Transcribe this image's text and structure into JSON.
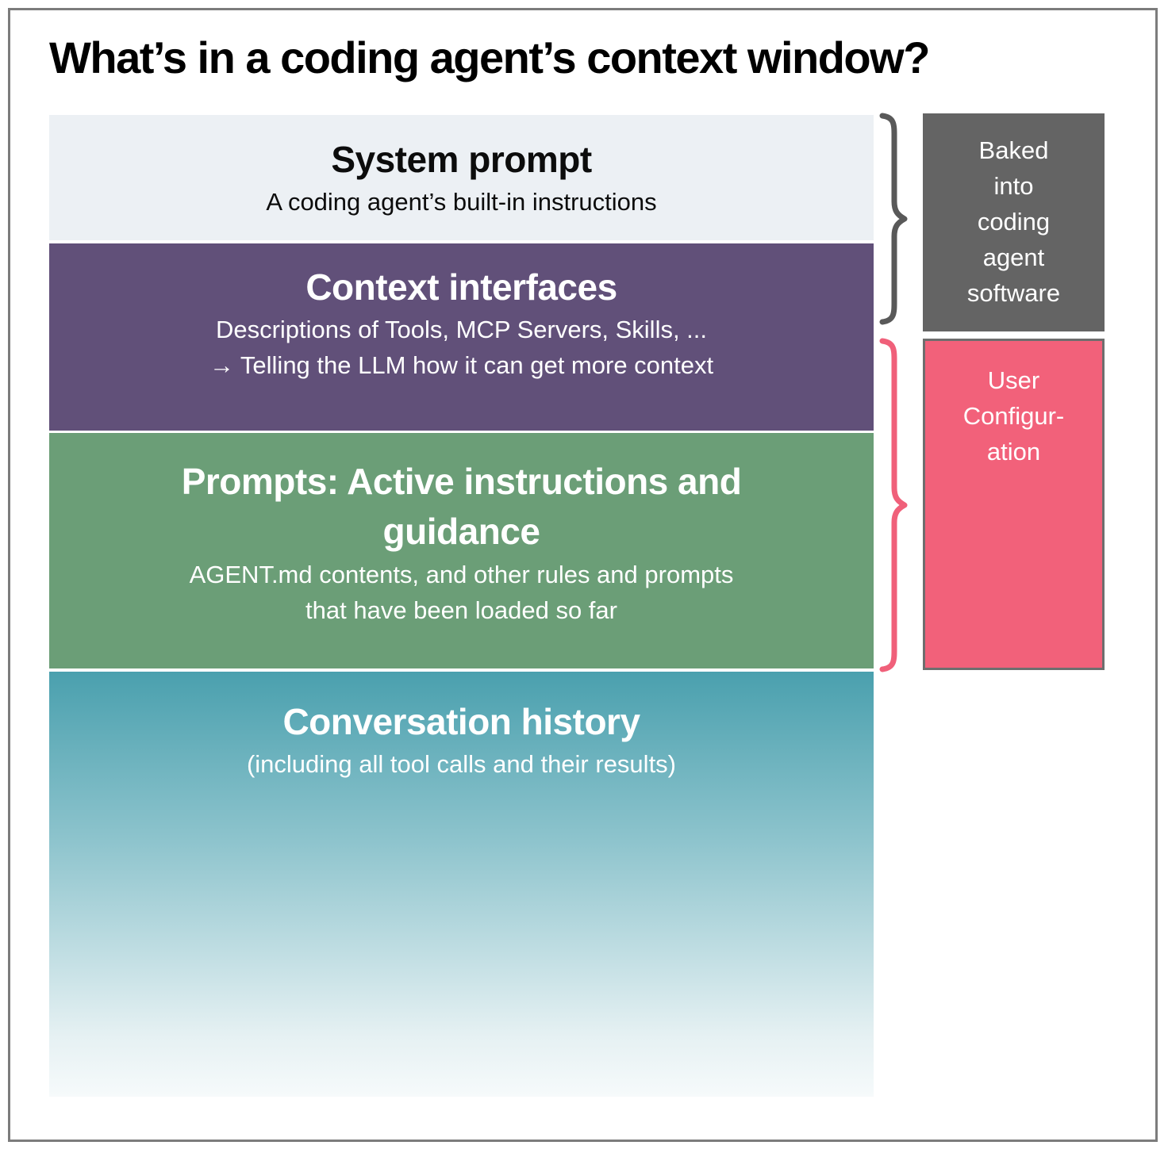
{
  "title": "What’s in a coding agent’s context window?",
  "stack": [
    {
      "name": "system-prompt",
      "heading": "System prompt",
      "lines": [
        "A coding agent’s built-in instructions"
      ]
    },
    {
      "name": "context-interfaces",
      "heading": "Context interfaces",
      "lines": [
        "Descriptions of Tools, MCP Servers, Skills, ...",
        "→ Telling the LLM how it can get more context"
      ]
    },
    {
      "name": "prompts-active-instructions",
      "heading": "Prompts: Active instructions and guidance",
      "lines": [
        "AGENT.md contents, and other rules and prompts",
        "that have been loaded so far"
      ]
    },
    {
      "name": "conversation-history",
      "heading": "Conversation history",
      "lines": [
        "(including all tool calls and their results)"
      ]
    }
  ],
  "annotations": {
    "baked": {
      "lines": [
        "Baked",
        "into",
        "coding",
        "agent",
        "software"
      ]
    },
    "user_config": {
      "lines": [
        "User",
        "Configur-",
        "ation"
      ]
    }
  },
  "colors": {
    "frame_border": "#7c7c7c",
    "title_text": "#000000",
    "box_system_bg": "#ECF0F4",
    "box_context_bg": "#615079",
    "box_prompts_bg": "#6B9E77",
    "box_history_gradient_top": "#4AA0AE",
    "box_history_gradient_bottom": "#F6FAFB",
    "side_baked_bg": "#646464",
    "side_config_bg": "#F2617A",
    "side_config_border": "#6e6e6e",
    "brace_baked": "#595959",
    "brace_config": "#F0607A"
  }
}
